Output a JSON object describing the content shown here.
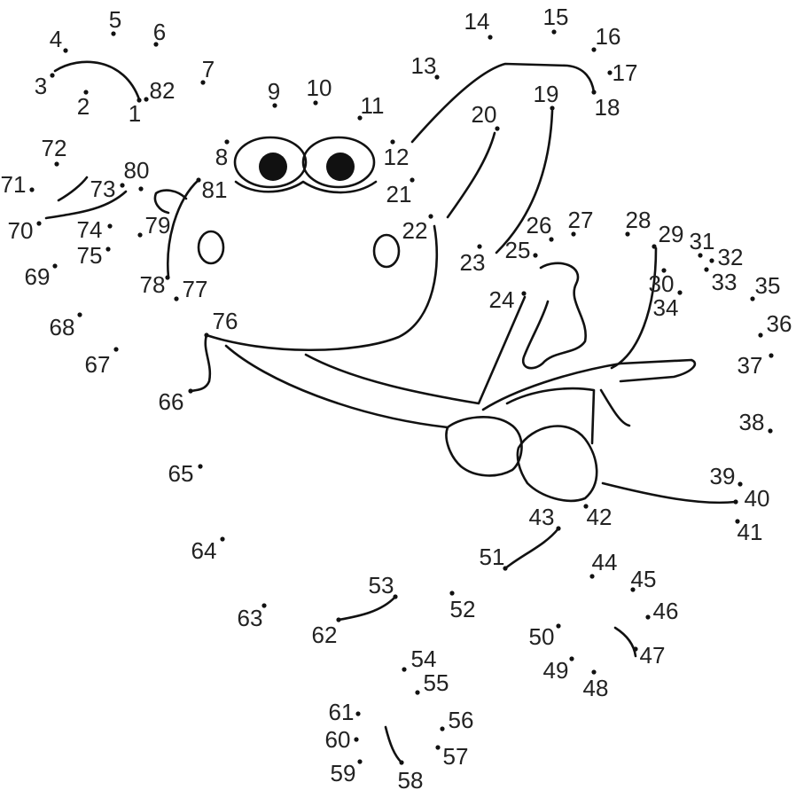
{
  "puzzle": {
    "numbers": [
      "1",
      "2",
      "3",
      "4",
      "5",
      "6",
      "7",
      "8",
      "9",
      "10",
      "11",
      "12",
      "13",
      "14",
      "15",
      "16",
      "17",
      "18",
      "19",
      "20",
      "21",
      "22",
      "23",
      "24",
      "25",
      "26",
      "27",
      "28",
      "29",
      "30",
      "31",
      "32",
      "33",
      "34",
      "35",
      "36",
      "37",
      "38",
      "39",
      "40",
      "41",
      "42",
      "43",
      "44",
      "45",
      "46",
      "47",
      "48",
      "49",
      "50",
      "51",
      "52",
      "53",
      "54",
      "55",
      "56",
      "57",
      "58",
      "59",
      "60",
      "61",
      "62",
      "63",
      "64",
      "65",
      "66",
      "67",
      "68",
      "69",
      "70",
      "71",
      "72",
      "73",
      "74",
      "75",
      "76",
      "77",
      "78",
      "79",
      "80",
      "81",
      "82"
    ],
    "ink_color": "#111111",
    "background": "#ffffff"
  }
}
